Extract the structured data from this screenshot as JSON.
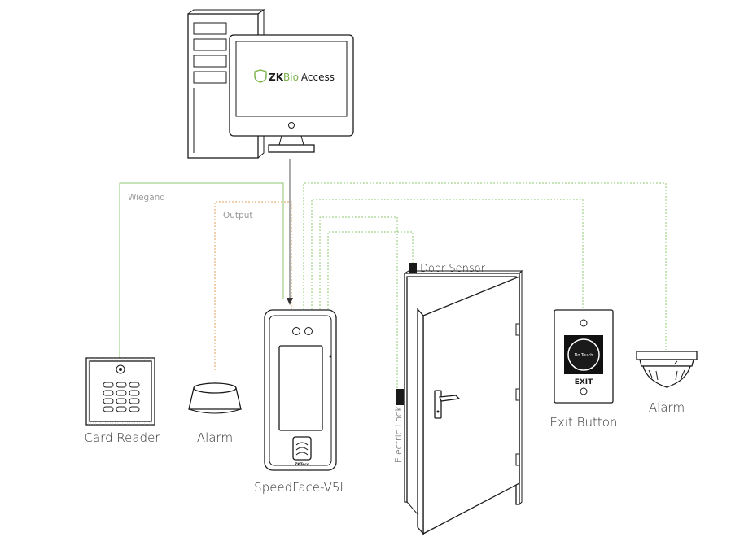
{
  "software": {
    "brand_prefix": "ZK",
    "brand_name": "Bio",
    "brand_suffix": "Access"
  },
  "devices": {
    "card_reader": "Card Reader",
    "alarm_left": "Alarm",
    "terminal": "SpeedFace-V5L",
    "exit_button": "Exit Button",
    "alarm_right": "Alarm",
    "exit_button_face": "No Touch",
    "exit_text": "EXIT",
    "terminal_logo": "ZKTeco"
  },
  "connections": {
    "wiegand": "Wiegand",
    "output": "Output",
    "door_sensor": "Door Sensor",
    "electric_lock": "Electric Lock"
  },
  "colors": {
    "line_green": "#8cc972",
    "line_orange": "#e2a05a",
    "brand_green": "#79b34a",
    "outline": "#1a1a1a"
  }
}
